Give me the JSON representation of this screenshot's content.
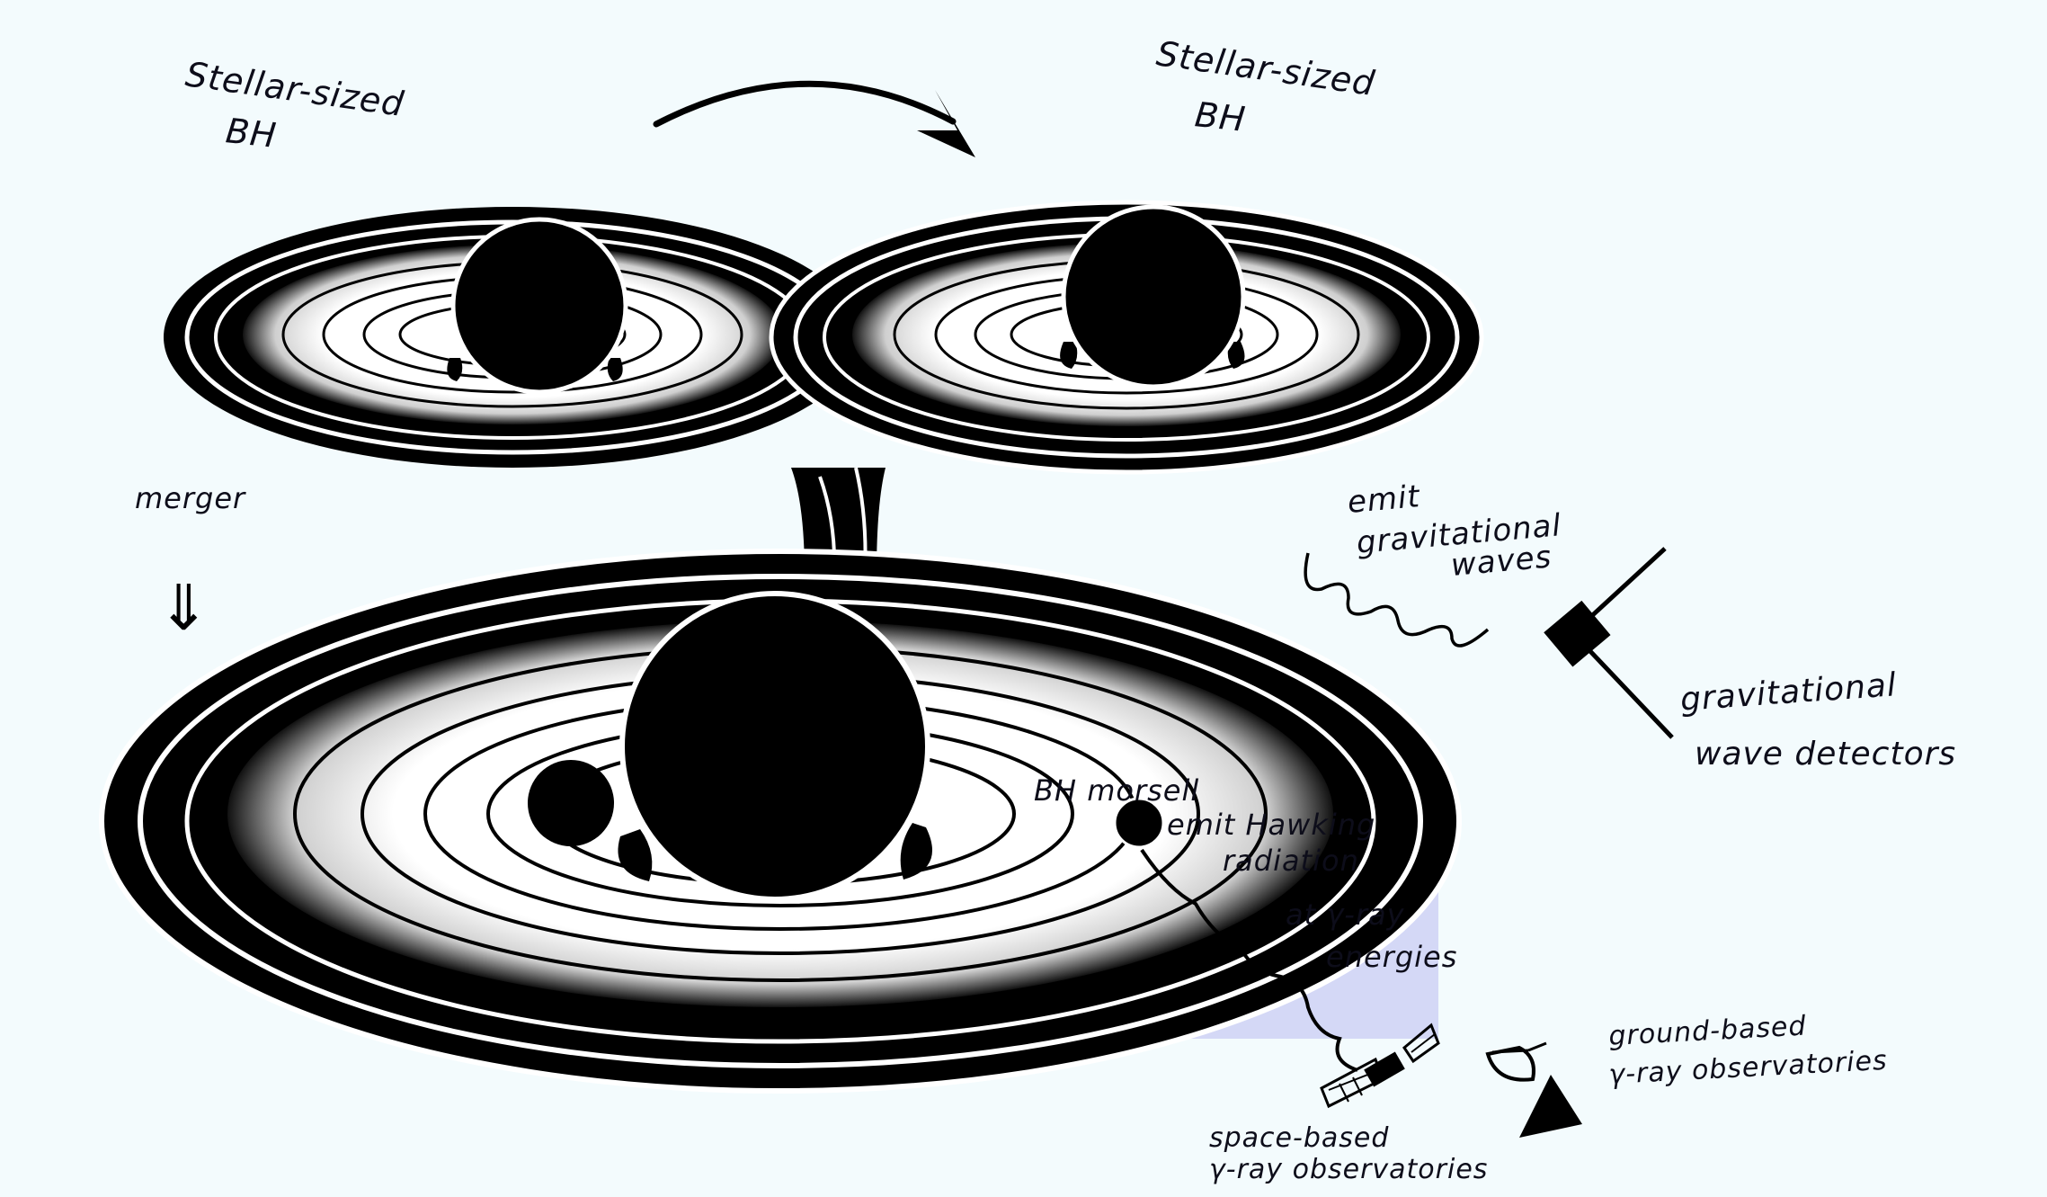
{
  "labels": {
    "bh_left_line1": "Stellar-sized",
    "bh_left_line2": "BH",
    "bh_right_line1": "Stellar-sized",
    "bh_right_line2": "BH",
    "merger": "merger",
    "merger_arrow": "⇓",
    "gw_emit_line1": "emit",
    "gw_emit_line2": "gravitational",
    "gw_emit_line3": "waves",
    "gw_detectors_line1": "gravitational",
    "gw_detectors_line2": "wave detectors",
    "morsel": "BH morsell",
    "hawking_line1": "emit Hawking",
    "hawking_line2": "radiation",
    "hawking_line3": "at γ-ray",
    "hawking_line4": "energies",
    "space_obs_line1": "space-based",
    "space_obs_line2": "γ-ray observatories",
    "ground_obs_line1": "ground-based",
    "ground_obs_line2": "γ-ray observatories"
  },
  "colors": {
    "background": "#f3fbfd",
    "ink": "#000000",
    "highlight": "#d4d8f6"
  }
}
